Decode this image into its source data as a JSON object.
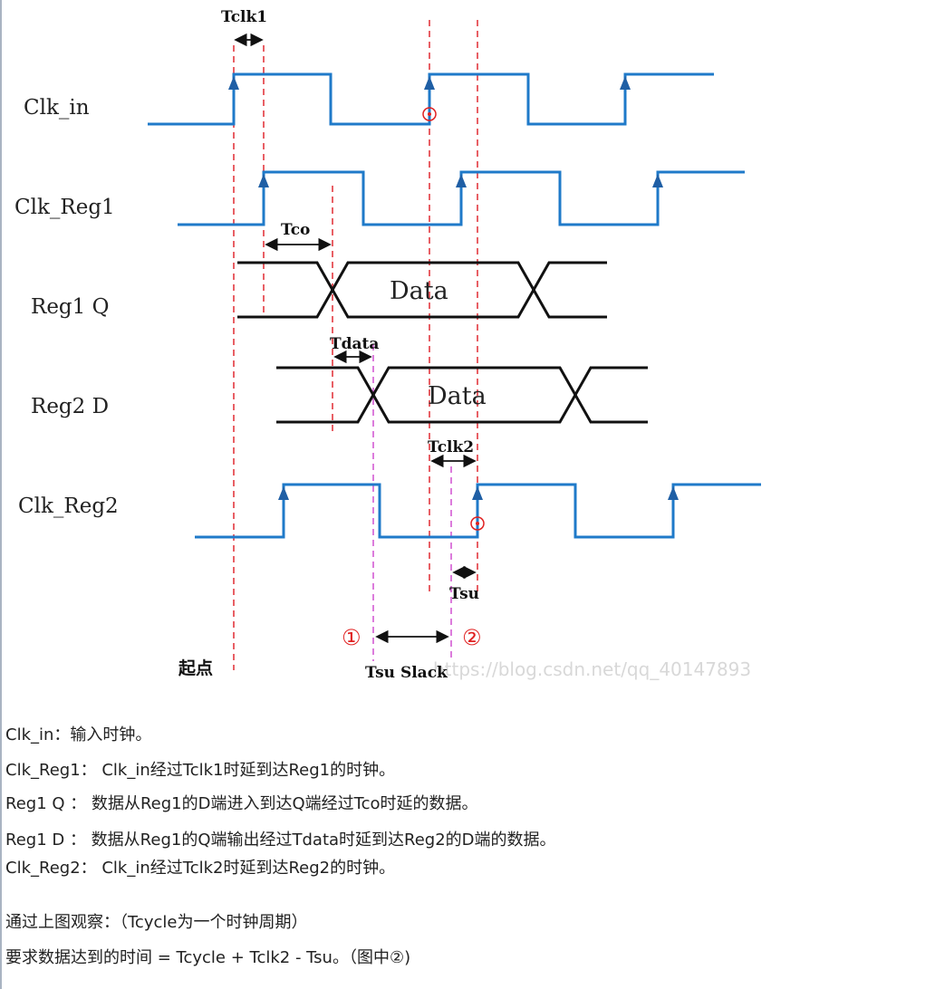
{
  "diagram": {
    "signals": {
      "clk_in": "Clk_in",
      "clk_reg1": "Clk_Reg1",
      "reg1_q": "Reg1 Q",
      "reg2_d": "Reg2 D",
      "clk_reg2": "Clk_Reg2"
    },
    "data_labels": {
      "reg1_q": "Data",
      "reg2_d": "Data"
    },
    "annotations": {
      "tclk1": "Tclk1",
      "tco": "Tco",
      "tdata": "Tdata",
      "tclk2": "Tclk2",
      "tsu": "Tsu",
      "marker1": "①",
      "marker2": "②",
      "slack": "Tsu Slack",
      "start": "起点"
    },
    "watermark": "https://blog.csdn.net/qq_40147893",
    "colors": {
      "clock": "#1f7ac9",
      "data": "#111111",
      "guide_red": "#e2383f",
      "guide_pink": "#d45bd4",
      "marker": "#e02020"
    }
  },
  "description": {
    "lines": [
      "Clk_in：输入时钟。",
      "Clk_Reg1： Clk_in经过Tclk1时延到达Reg1的时钟。",
      "Reg1 Q ： 数据从Reg1的D端进入到达Q端经过Tco时延的数据。",
      "Reg1 D ： 数据从Reg1的Q端输出经过Tdata时延到达Reg2的D端的数据。",
      "Clk_Reg2： Clk_in经过Tclk2时延到达Reg2的时钟。",
      "通过上图观察：（Tcycle为一个时钟周期）",
      "要求数据达到的时间 = Tcycle + Tclk2 - Tsu。（图中②)"
    ]
  }
}
